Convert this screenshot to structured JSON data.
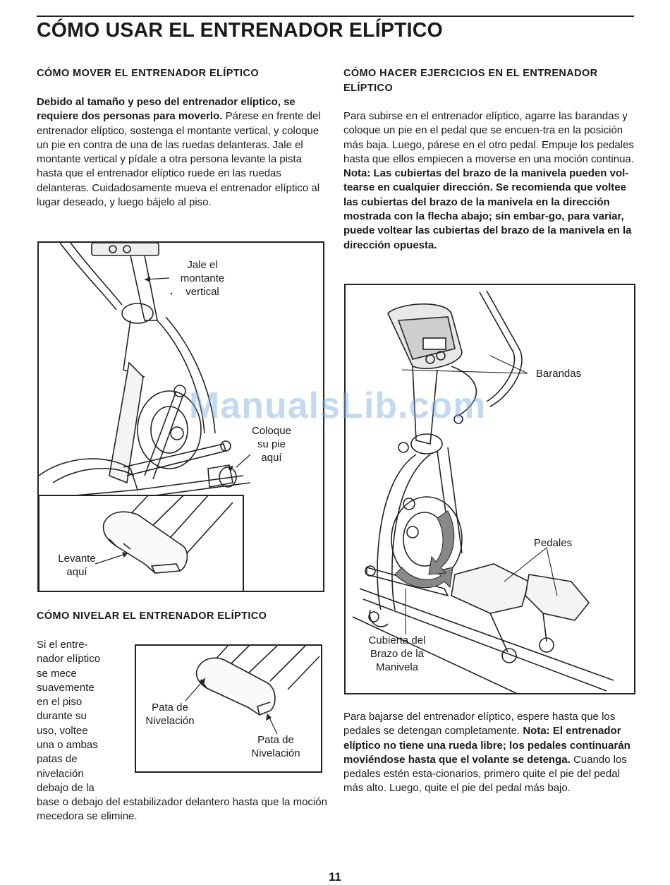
{
  "title": "CÓMO USAR EL ENTRENADOR ELÍPTICO",
  "move": {
    "heading": "CÓMO MOVER EL ENTRENADOR ELÍPTICO",
    "bold": "Debido al tamaño y peso del entrenador elíptico, se requiere dos personas para moverlo.",
    "text": " Párese en frente del entrenador elíptico, sostenga el montante vertical, y coloque un pie en contra de una de las ruedas delanteras. Jale el montante vertical y pídale a otra persona levante la pista hasta que el entrenador elíptico ruede en las ruedas delanteras. Cuidadosamente mueva el entrenador elíptico al lugar deseado, y luego bájelo al piso."
  },
  "fig1": {
    "label_pull_1": "Jale el",
    "label_pull_2": "montante",
    "label_pull_3": "vertical",
    "label_foot_1": "Coloque",
    "label_foot_2": "su pie",
    "label_foot_3": "aquí",
    "label_lift_1": "Levante",
    "label_lift_2": "aquí"
  },
  "level": {
    "heading": "CÓMO NIVELAR EL ENTRENADOR ELÍPTICO",
    "lines": [
      "Si el entre-",
      "nador elíptico",
      "se mece",
      "suavemente",
      "en el piso",
      "durante su",
      "uso, voltee",
      "una o ambas",
      "patas de",
      "nivelación",
      "debajo de la"
    ],
    "tail": "base o debajo del estabilizador delantero hasta que la moción mecedora se elimine."
  },
  "fig2": {
    "label_a_1": "Pata de",
    "label_a_2": "Nivelación",
    "label_b_1": "Pata de",
    "label_b_2": "Nivelación"
  },
  "exercise": {
    "heading": "CÓMO HACER EJERCICIOS EN EL ENTRENADOR ELÍPTICO",
    "text": "Para subirse en el entrenador elíptico, agarre las barandas y coloque un pie en el pedal que se encuen-tra en la posición más baja. Luego, párese en el otro pedal. Empuje los pedales hasta que ellos empiecen a moverse en una moción continua. ",
    "bold": "Nota: Las cubiertas del brazo de la manivela pueden vol-tearse en cualquier dirección. Se recomienda que voltee las cubiertas del brazo de la manivela en la dirección mostrada con la flecha abajo; sin embar-go, para variar, puede voltear las cubiertas del brazo de la manivela en la dirección opuesta."
  },
  "fig3": {
    "label_rails": "Barandas",
    "label_pedals": "Pedales",
    "label_cover_1": "Cubierta del",
    "label_cover_2": "Brazo de la",
    "label_cover_3": "Manivela"
  },
  "dismount": {
    "text1": "Para bajarse del entrenador elíptico, espere hasta que los pedales se detengan completamente. ",
    "bold": "Nota: El entrenador elíptico no tiene una rueda libre; los pedales continuarán moviéndose hasta que el volante se detenga.",
    "text2": " Cuando los pedales estén esta-cionarios, primero quite el pie del pedal más alto. Luego, quite el pie del pedal más bajo."
  },
  "watermark": "ManualsLib.com",
  "page_number": "11"
}
